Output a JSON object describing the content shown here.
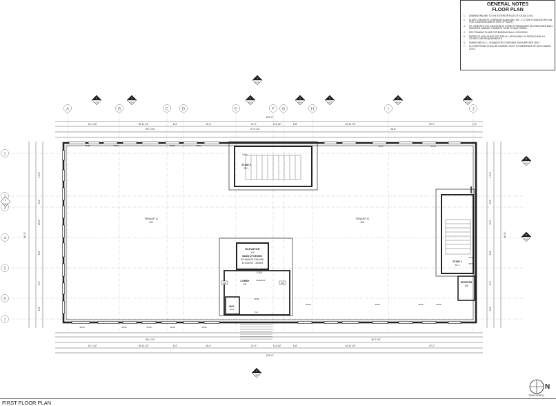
{
  "general_notes": {
    "title_line1": "GENERAL NOTES",
    "title_line2": "FLOOR PLAN",
    "items": [
      {
        "num": "1.",
        "text": "DIMENSIONS ARE TO THE EXTERIOR FACE OF STUDS U.N.O."
      },
      {
        "num": "2.",
        "text": "SLOPE CONCRETE CORRIDOR SLABS MIN. 1/8\" - 1'-0\" SEE FOUNDATION PLAN FOR LOCATIONS AND EXTENT OF SLOPE."
      },
      {
        "num": "3.",
        "text": "F.E. DENOTES THE LOCATION OF A FIRE EXTINGUISHER IN A RECESSED WALL MOUNTED CABINET. CABINETS TO BE 75' MAX TRAVEL."
      },
      {
        "num": "4.",
        "text": "SEE FRAMING PLANS FOR BEARING WALL LOCATIONS."
      },
      {
        "num": "5.",
        "text": "REFER TO XXXX SHEET SET FOR ALL APPLICABLE UL DETAILS AND ALL OTHER CODE REQUIREMENTS."
      },
      {
        "num": "6.",
        "text": "FURNITURE N.I.C., SHOWN FOR COORDINATION PURPOSES ONLY."
      },
      {
        "num": "7.",
        "text": "ALL PARTITIONS SHALL BE CARRIED TIGHT TO UNDERSIDE OF DECK ABOVE, U.N.O."
      }
    ]
  },
  "plan_title": "FIRST FLOOR PLAN",
  "north": {
    "letter": "N",
    "label": "TRUE NORTH"
  },
  "grid": {
    "columns": [
      "A",
      "B",
      "C",
      "D",
      "E",
      "F",
      "G",
      "H",
      "I",
      "J"
    ],
    "rows": [
      "1",
      "2",
      "3",
      "4",
      "5",
      "6",
      "7"
    ]
  },
  "section_markers": [
    {
      "num": "1",
      "ref": "A301"
    },
    {
      "num": "1",
      "ref": "A301"
    },
    {
      "num": "1",
      "ref": "A301"
    },
    {
      "num": "1",
      "ref": "A302"
    },
    {
      "num": "1",
      "ref": "A302"
    },
    {
      "num": "1",
      "ref": "A302"
    },
    {
      "num": "1",
      "ref": "A201"
    },
    {
      "num": "1",
      "ref": "A200"
    },
    {
      "num": "2",
      "ref": "A201"
    },
    {
      "num": "2",
      "ref": "A200"
    },
    {
      "num": "1",
      "ref": "A300"
    }
  ],
  "overall_dims": {
    "top": "120'-0\"",
    "bottom": "120'-0\"",
    "left": "60'-0\"",
    "right": "60'-0\""
  },
  "rooms": {
    "tenant_a": {
      "name": "TENANT A",
      "number": "102"
    },
    "tenant_b": {
      "name": "TENANT B",
      "number": "103"
    },
    "stair2": {
      "name": "STAIR 2",
      "number": "S2-1"
    },
    "stair1": {
      "name": "STAIR 1",
      "number": "S1-1"
    },
    "elevator": {
      "name": "ELEVATOR",
      "number": "110"
    },
    "lobby": {
      "name": "LOBBY",
      "number": "101"
    },
    "riser": {
      "name": "RISER RM",
      "number": "106"
    },
    "mop": {
      "name": "MOP",
      "number": "101A"
    }
  },
  "elevator_basis": {
    "line1": "BASIS OF DESIGN:",
    "line2": "SCHINDLER 3300 MRL",
    "line3": "ELEVATOR - 3500LB"
  },
  "misc_labels": {
    "mailbox": "MAILBOX",
    "e100": "E100",
    "fe": "F.E."
  },
  "wall_tag": "SP36",
  "top_dims_row1": [
    "19'-1 1/2\"",
    "15'-11 1/2\"",
    "8'-4\"",
    "15'-4\"",
    "11'-0\"",
    "5'-6 1/2\"",
    "8'-8\"",
    "24'-10 1/2\"",
    "22'-2\"",
    "1'-0\""
  ],
  "top_dims_row2": [
    "59'-2 3/4\"",
    "21'-6 1/4\"",
    "46'-8\""
  ],
  "bottom_dims_row1": [
    "19'-1 1/2\"",
    "15'-11 1/2\"",
    "8'-4\"",
    "15'-4\"",
    "11'-0\"",
    "5'-6 1/2\"",
    "8'-8\"",
    "24'-10 1/2\"",
    "22'-2\""
  ],
  "bottom_dims_row2": [
    "59'-4 1/2\"",
    "36'-7 3/4\""
  ],
  "left_dims": [
    "13'-6\"",
    "8'-0\"",
    "13'-6\"",
    "8'-0\"",
    "8'-0\"",
    "8'-0\""
  ],
  "right_dims": [
    "13'-6\"",
    "8'-0\"",
    "8'-0\"",
    "8'-0\"",
    "8'-0\"",
    "8'-0\""
  ]
}
